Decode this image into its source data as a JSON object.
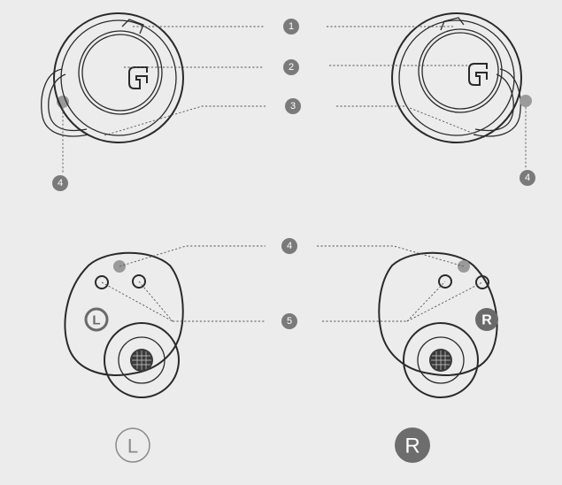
{
  "callouts": [
    {
      "id": "1",
      "label": "1"
    },
    {
      "id": "2",
      "label": "2"
    },
    {
      "id": "3",
      "label": "3"
    },
    {
      "id": "4",
      "label": "4"
    },
    {
      "id": "5",
      "label": "5"
    }
  ],
  "earbuds": {
    "left": {
      "marker": "L"
    },
    "right": {
      "marker": "R"
    }
  },
  "bottom_labels": {
    "left": "L",
    "right": "R"
  },
  "colors": {
    "background": "#ececec",
    "outline": "#2a2a2a",
    "badge": "#7a7a7a",
    "sensor": "#9a9a9a",
    "leader_line": "#555555"
  },
  "icons": [
    "logo-icon",
    "speaker-mesh-icon",
    "l-marker-icon",
    "r-marker-icon"
  ]
}
